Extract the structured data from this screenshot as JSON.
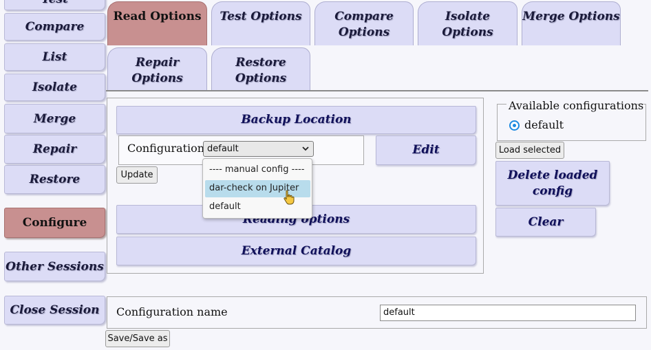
{
  "nav": {
    "test": "Test",
    "compare": "Compare",
    "list": "List",
    "isolate": "Isolate",
    "merge": "Merge",
    "repair": "Repair",
    "restore": "Restore",
    "configure": "Configure",
    "other_sessions": "Other Sessions",
    "close_session": "Close Session"
  },
  "tabs": {
    "read": "Read Options",
    "test": "Test Options",
    "compare": "Compare Options",
    "isolate": "Isolate Options",
    "merge": "Merge Options",
    "repair": "Repair Options",
    "restore": "Restore Options"
  },
  "sections": {
    "backup_location": "Backup Location",
    "reading_options": "Reading options",
    "external_catalog": "External Catalog"
  },
  "config": {
    "label": "Configuration",
    "selected": "default",
    "edit": "Edit",
    "update": "Update",
    "dropdown_options": [
      "---- manual config ----",
      "dar-check on Jupiter",
      "default"
    ],
    "highlighted_option": "dar-check on Jupiter"
  },
  "available": {
    "legend": "Available configurations",
    "option": "default",
    "load_selected": "Load selected",
    "delete_loaded": "Delete loaded config",
    "clear": "Clear"
  },
  "config_name": {
    "label": "Configuration name",
    "value": "default",
    "save": "Save/Save as"
  },
  "colors": {
    "active_tab": "#c89090",
    "inactive": "#dcdcf6",
    "highlight": "#b8dcec"
  }
}
